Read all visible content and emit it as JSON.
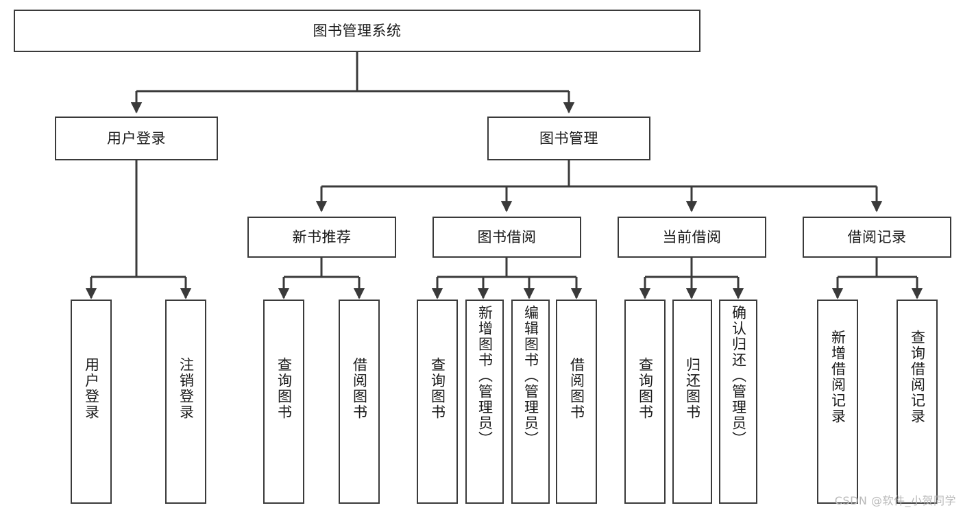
{
  "diagram": {
    "type": "tree-hierarchy",
    "title": "图书管理系统",
    "watermark": "CSDN @软件_小贺同学",
    "colors": {
      "stroke": "#3a3a3a",
      "fill": "#ffffff",
      "text": "#1a1a1a",
      "watermark": "#b9b9b9"
    }
  },
  "nodes": {
    "root": {
      "label": "图书管理系统"
    },
    "level2": [
      {
        "id": "user-login",
        "label": "用户登录"
      },
      {
        "id": "book-manage",
        "label": "图书管理"
      }
    ],
    "level3": [
      {
        "id": "new-book-recommend",
        "label": "新书推荐"
      },
      {
        "id": "book-borrow",
        "label": "图书借阅"
      },
      {
        "id": "current-borrow",
        "label": "当前借阅"
      },
      {
        "id": "borrow-record",
        "label": "借阅记录"
      }
    ],
    "leaves": [
      {
        "id": "leaf-user-login",
        "label": "用户登录",
        "parent": "user-login"
      },
      {
        "id": "leaf-logout",
        "label": "注销登录",
        "parent": "user-login"
      },
      {
        "id": "leaf-query-book-1",
        "label": "查询图书",
        "parent": "new-book-recommend"
      },
      {
        "id": "leaf-borrow-book-1",
        "label": "借阅图书",
        "parent": "new-book-recommend"
      },
      {
        "id": "leaf-query-book-2",
        "label": "查询图书",
        "parent": "book-borrow"
      },
      {
        "id": "leaf-add-book",
        "label": "新增图书（管理员）",
        "parent": "book-borrow"
      },
      {
        "id": "leaf-edit-book",
        "label": "编辑图书（管理员）",
        "parent": "book-borrow"
      },
      {
        "id": "leaf-borrow-book-2",
        "label": "借阅图书",
        "parent": "book-borrow"
      },
      {
        "id": "leaf-query-book-3",
        "label": "查询图书",
        "parent": "current-borrow"
      },
      {
        "id": "leaf-return-book",
        "label": "归还图书",
        "parent": "current-borrow"
      },
      {
        "id": "leaf-confirm-return",
        "label": "确认归还（管理员）",
        "parent": "current-borrow"
      },
      {
        "id": "leaf-add-record",
        "label": "新增借阅记录",
        "parent": "borrow-record"
      },
      {
        "id": "leaf-query-record",
        "label": "查询借阅记录",
        "parent": "borrow-record"
      }
    ]
  }
}
